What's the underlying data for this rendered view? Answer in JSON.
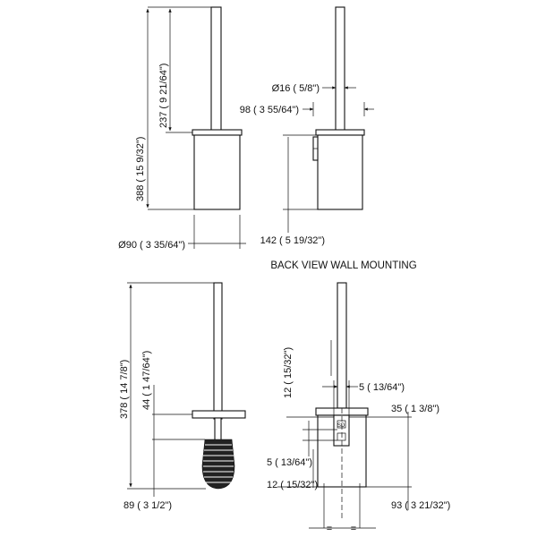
{
  "views": {
    "front": {
      "total_height": "388 ( 15 9/32\")",
      "handle_height": "237 ( 9 21/64\")",
      "diameter": "Ø90 ( 3 35/64\")"
    },
    "side": {
      "rod_diameter": "Ø16 ( 5/8\")",
      "depth": "98 ( 3 55/64\")",
      "container_height": "142 ( 5 19/32\")"
    },
    "back_caption": "BACK VIEW WALL MOUNTING",
    "brush": {
      "total_height": "378 ( 14 7/8\")",
      "lid_offset": "44 ( 1 47/64\")",
      "brush_height": "89 ( 3 1/2\")"
    },
    "back": {
      "bracket_height": "12 ( 15/32\")",
      "slot_width": "5 ( 13/64\")",
      "bracket_offset": "35 ( 1 3/8\")",
      "hole_offset": "5 ( 13/64\")",
      "bottom_gap": "12 ( 15/32\")",
      "overall_depth": "93 ( 3 21/32\")",
      "equal_left": "=",
      "equal_right": "="
    }
  }
}
